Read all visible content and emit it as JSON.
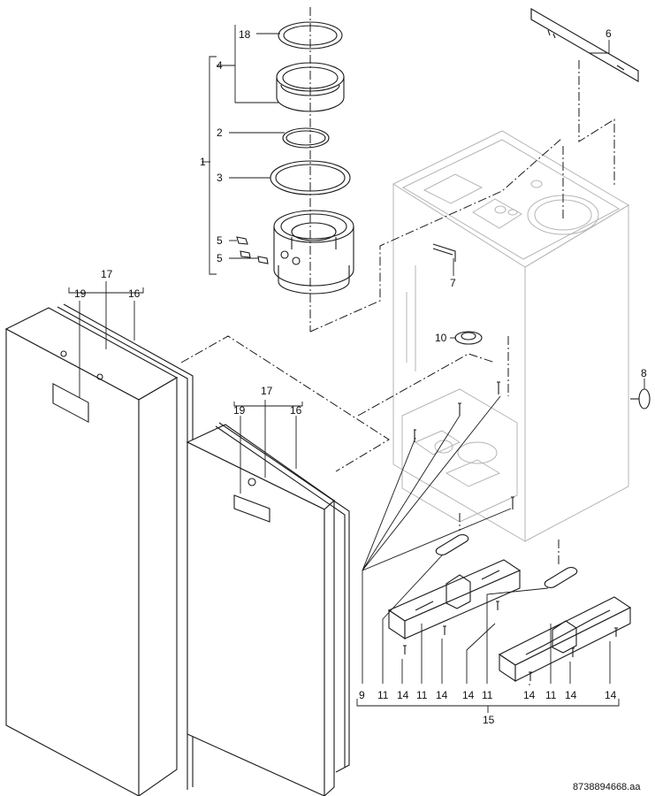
{
  "labels": {
    "p1": "1",
    "p2": "2",
    "p3": "3",
    "p4": "4",
    "p5a": "5",
    "p5b": "5",
    "p6": "6",
    "p7": "7",
    "p8": "8",
    "p9": "9",
    "p10": "10",
    "p11a": "11",
    "p11b": "11",
    "p11c": "11",
    "p14a": "14",
    "p14b": "14",
    "p14c": "14",
    "p14d": "14",
    "p14e": "14",
    "p15": "15",
    "p16a": "16",
    "p16b": "16",
    "p17a": "17",
    "p17b": "17",
    "p18": "18",
    "p19a": "19",
    "p19b": "19"
  },
  "document_id": "8738894668.aa"
}
